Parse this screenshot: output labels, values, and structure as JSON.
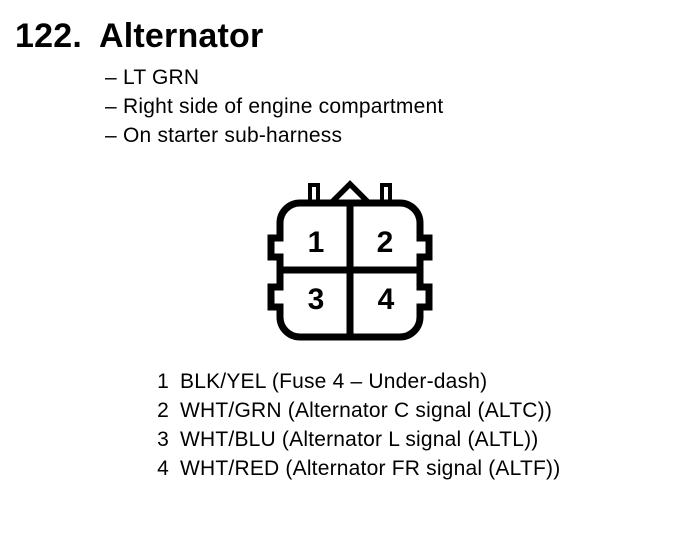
{
  "colors": {
    "ink": "#000000",
    "paper": "#ffffff"
  },
  "header": {
    "section_number": "122.",
    "section_title": "Alternator",
    "dash": "–",
    "notes": [
      "LT GRN",
      "Right side of engine compartment",
      "On starter sub-harness"
    ]
  },
  "connector": {
    "description": "4-pin alternator connector, front view, 2x2 cavity grid with keying triangle and mounting tabs",
    "pins": [
      {
        "number": "1",
        "label": "BLK/YEL (Fuse 4 – Under-dash)"
      },
      {
        "number": "2",
        "label": "WHT/GRN (Alternator C signal (ALTC))"
      },
      {
        "number": "3",
        "label": "WHT/BLU (Alternator L signal (ALTL))"
      },
      {
        "number": "4",
        "label": "WHT/RED (Alternator FR signal (ALTF))"
      }
    ]
  }
}
